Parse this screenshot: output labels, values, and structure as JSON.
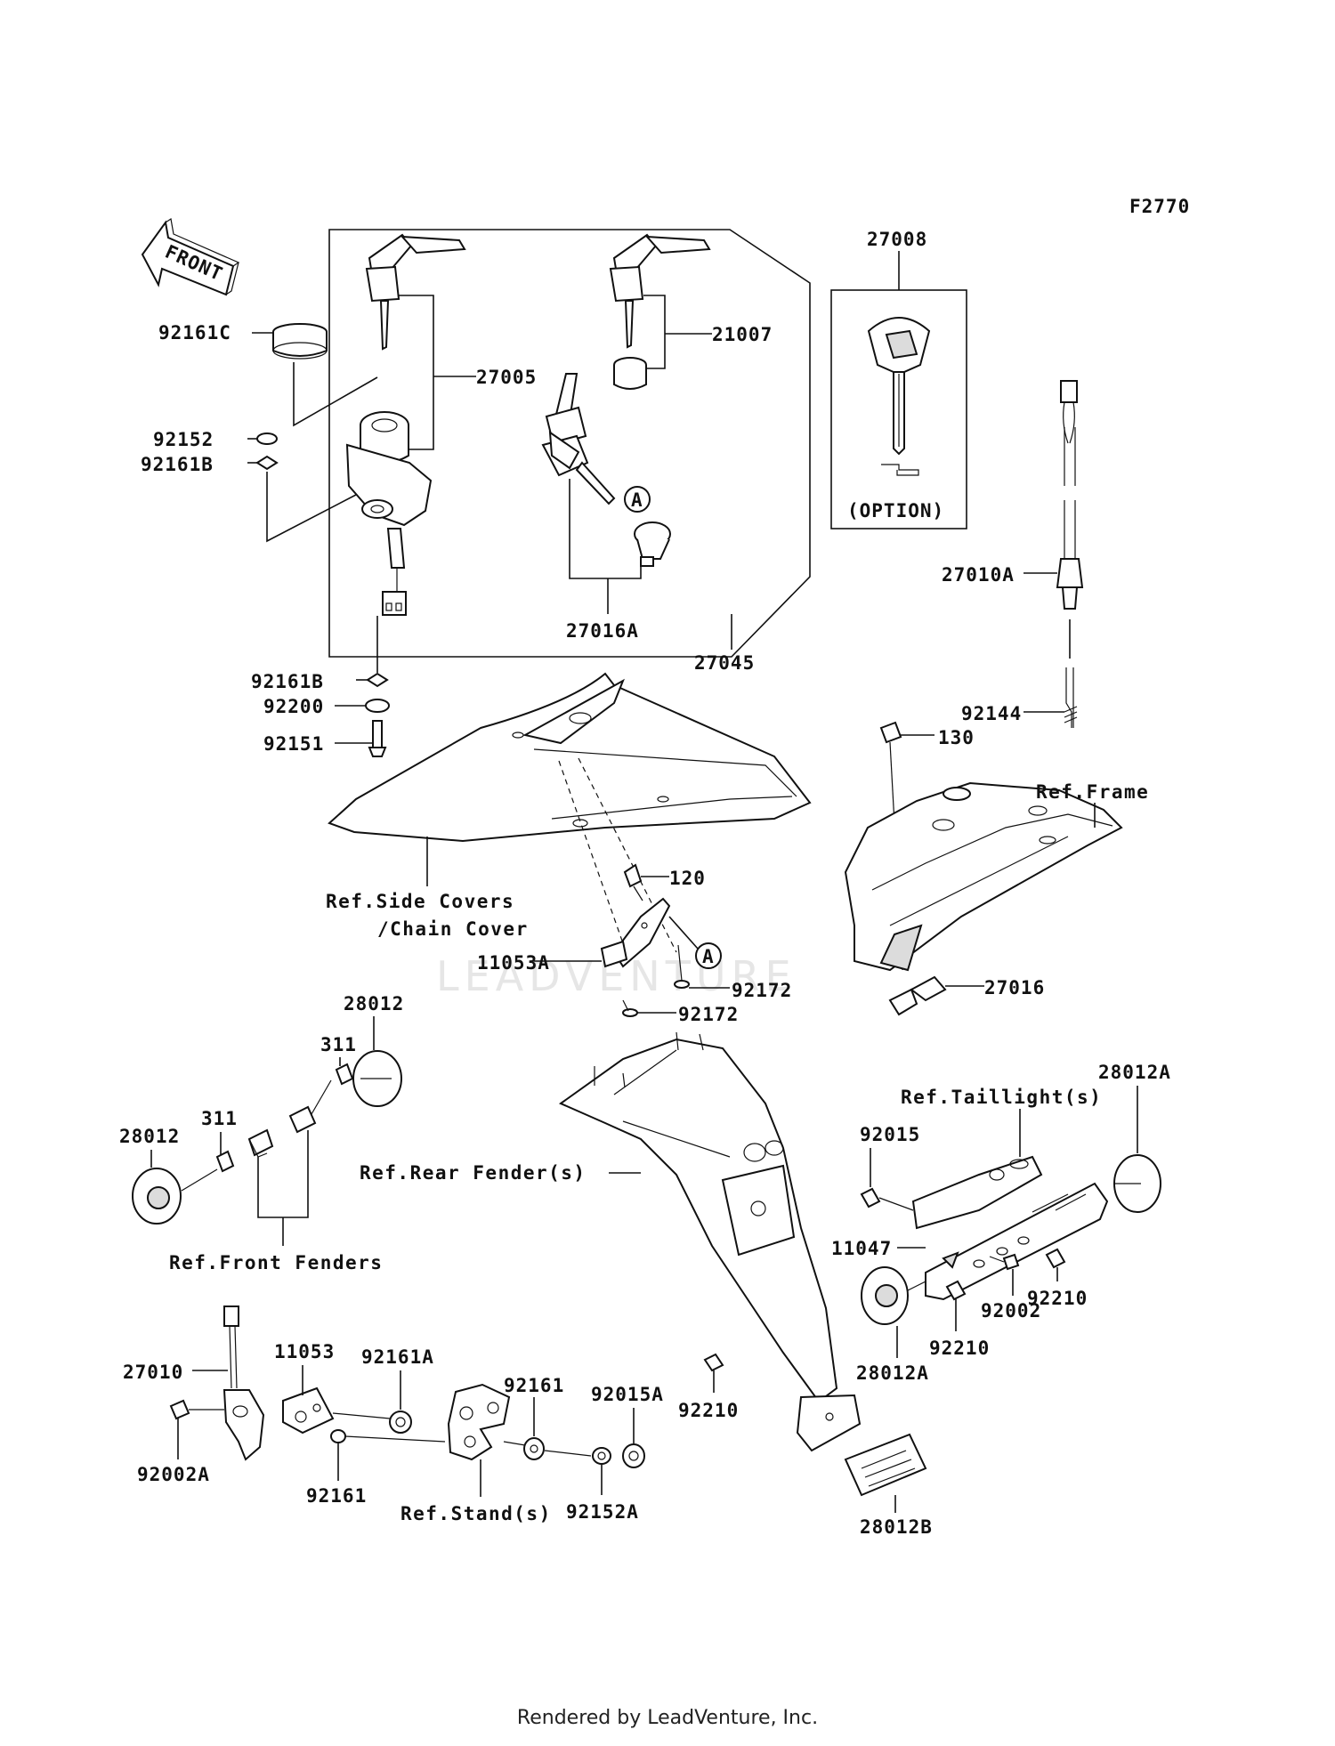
{
  "figure_code": "F2770",
  "direction_label": "FRONT",
  "watermark": "LEADVENTURE",
  "footer": "Rendered by LeadVenture, Inc.",
  "option_label": "(OPTION)",
  "callout_letter": "A",
  "parts": {
    "p92161C": "92161C",
    "p92152": "92152",
    "p92161B_top": "92161B",
    "p27005": "27005",
    "p21007": "21007",
    "p27016A": "27016A",
    "p27045": "27045",
    "p27008": "27008",
    "p27010A": "27010A",
    "p92144": "92144",
    "p92161B_bottom": "92161B",
    "p92200": "92200",
    "p92151": "92151",
    "p130": "130",
    "p120": "120",
    "p11053A": "11053A",
    "p92172_a": "92172",
    "p92172_b": "92172",
    "p27016": "27016",
    "p28012_top": "28012",
    "p311_top": "311",
    "p311_left": "311",
    "p28012_left": "28012",
    "p28012A_top": "28012A",
    "p92015": "92015",
    "p11047": "11047",
    "p92002": "92002",
    "p92210_right": "92210",
    "p92210_mid": "92210",
    "p28012A_bottom": "28012A",
    "p27010": "27010",
    "p11053": "11053",
    "p92161A": "92161A",
    "p92161_top": "92161",
    "p92015A": "92015A",
    "p92002A": "92002A",
    "p92161_bottom": "92161",
    "p92152A": "92152A",
    "p92210_low": "92210",
    "p28012B": "28012B"
  },
  "references": {
    "side_covers_1": "Ref.Side Covers",
    "side_covers_2": "/Chain Cover",
    "frame": "Ref.Frame",
    "front_fenders": "Ref.Front Fenders",
    "rear_fender": "Ref.Rear Fender(s)",
    "taillight": "Ref.Taillight(s)",
    "stand": "Ref.Stand(s)"
  }
}
